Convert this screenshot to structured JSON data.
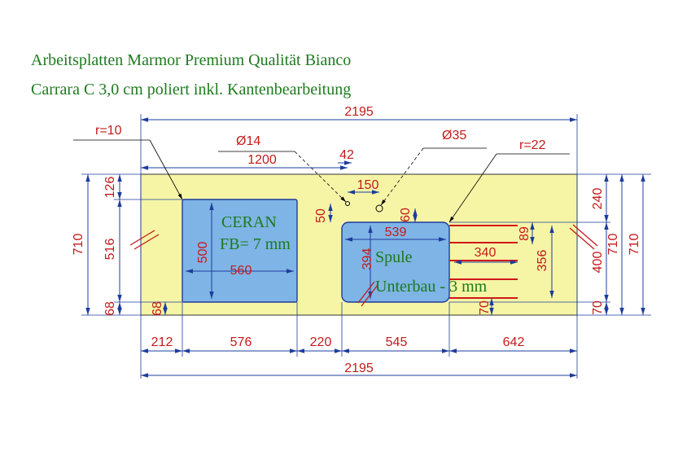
{
  "title": {
    "line1": "Arbeitsplatten Marmor Premium Qualität Bianco",
    "line2": "Carrara C 3,0 cm poliert inkl. Kantenbearbeitung"
  },
  "colors": {
    "worktop": "#f6f5a6",
    "cutout": "#7fb4e6",
    "dimension_text": "#c41a1a",
    "dimension_line": "#1e3c9c",
    "note_text": "#1a7a1a",
    "title_text": "#1f7a1f",
    "drain_grooves": "#d01818"
  },
  "dimensions": {
    "total_width_top": "2195",
    "total_width_bottom": "2195",
    "depth_left": "710",
    "depth_right_outer": "710",
    "depth_right_inner": "710",
    "left_top_margin": "126",
    "left_cutout_depth": "516",
    "left_bottom_margin": "68",
    "ceran_bottom_margin": "68",
    "ceran_width": "560",
    "ceran_depth": "500",
    "sink_width": "539",
    "sink_depth": "394",
    "tap_hole_offset_x": "1200",
    "tap_hole_to_sink_x": "42",
    "tap_hole_spacing": "150",
    "tap_hole_from_sink": "50",
    "tap_hole2_from_sink": "60",
    "grooves_length": "340",
    "grooves_span": "356",
    "grooves_top": "89",
    "grooves_bottom": "70",
    "right_top_margin": "240",
    "right_cutout_depth": "400",
    "right_bottom_margin": "70",
    "bottom_segment_1": "212",
    "bottom_segment_2": "576",
    "bottom_segment_3": "220",
    "bottom_segment_4": "545",
    "bottom_segment_5": "642",
    "radius_left": "r=10",
    "radius_right": "r=22",
    "hole_small": "Ø14",
    "hole_large": "Ø35"
  },
  "notes": {
    "ceran_1": "CERAN",
    "ceran_2": "FB= 7 mm",
    "sink_1": "Spule",
    "sink_2": "Unterbau - 3 mm"
  }
}
